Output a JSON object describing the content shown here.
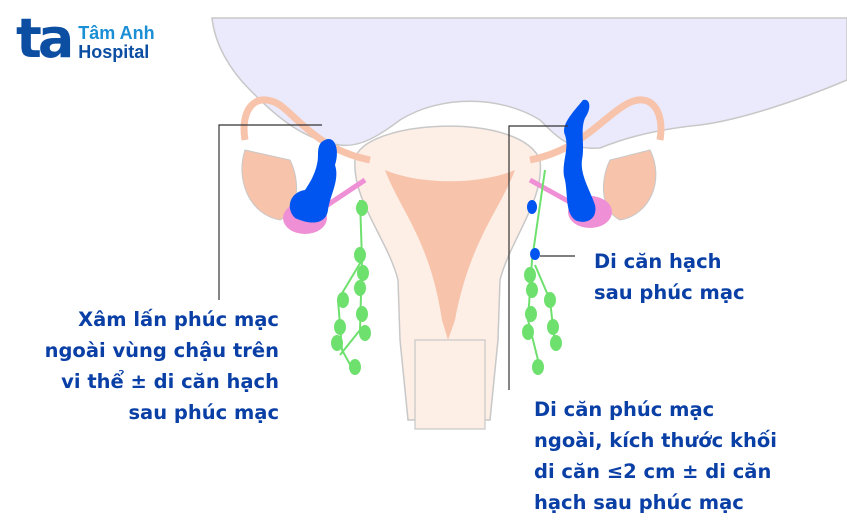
{
  "logo": {
    "mark": "ta",
    "line1": "Tâm Anh",
    "line2": "Hospital"
  },
  "labels": {
    "left": [
      "Xâm lấn phúc mạc",
      "ngoài vùng chậu trên",
      "vi thể ± di căn hạch",
      "sau phúc mạc"
    ],
    "right_top": [
      "Di căn hạch",
      "sau phúc mạc"
    ],
    "right_bottom": [
      "Di căn phúc mạc",
      "ngoài, kích thước khối",
      "di căn ≤2 cm ± di căn",
      "hạch sau phúc mạc"
    ]
  },
  "colors": {
    "label_text": "#0a3fa6",
    "tumor": "#0055f0",
    "lymph_node": "#6ee06e",
    "ovary": "#f7c3ab",
    "uterus_light": "#fdeee6",
    "uterus_core": "#f7c3ab",
    "tube_pink": "#ef8fd6",
    "bladder": "#ebeafc",
    "outline": "#c8c8c8"
  }
}
